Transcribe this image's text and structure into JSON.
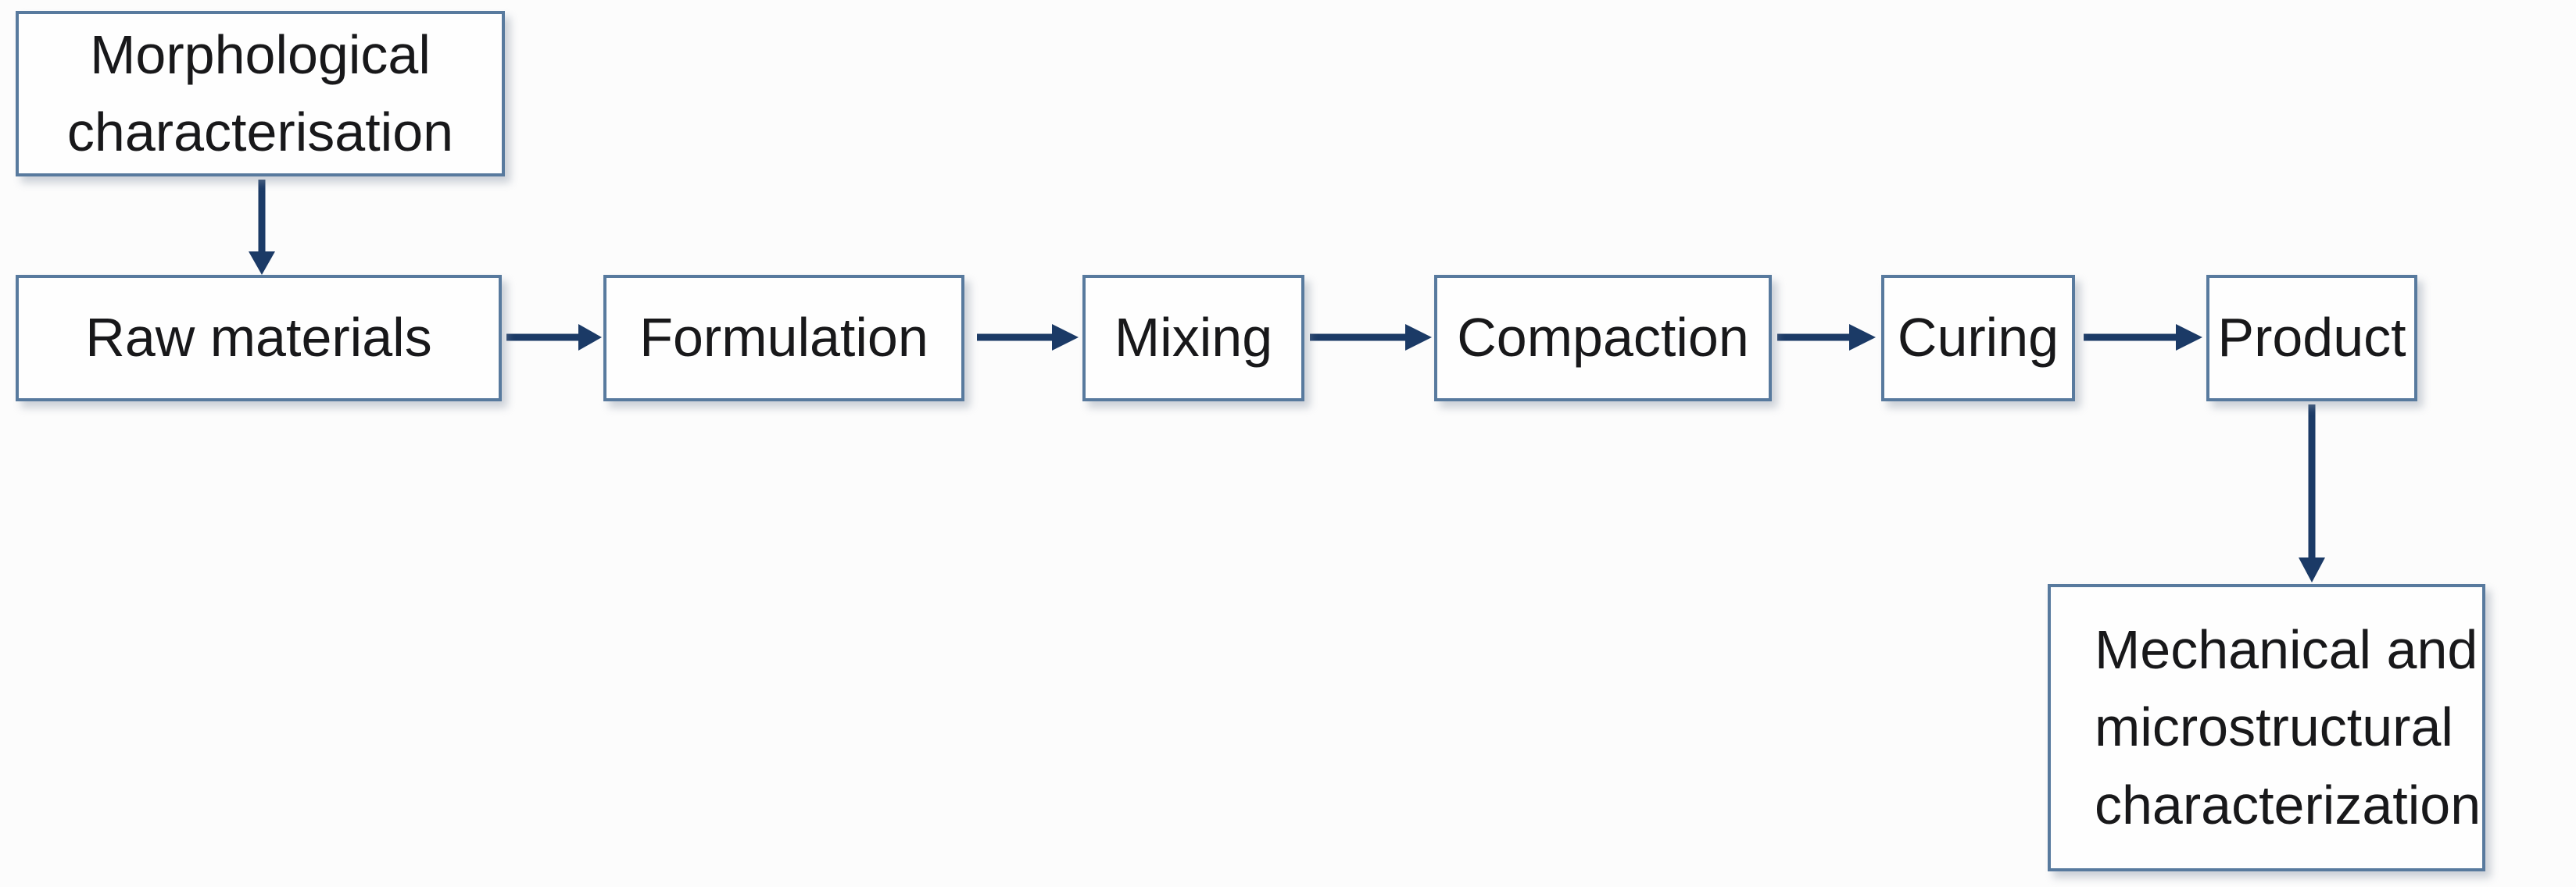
{
  "diagram": {
    "type": "flowchart",
    "nodes": [
      {
        "id": "morphological-characterisation",
        "label": "Morphological\ncharacterisation"
      },
      {
        "id": "raw-materials",
        "label": "Raw materials"
      },
      {
        "id": "formulation",
        "label": "Formulation"
      },
      {
        "id": "mixing",
        "label": "Mixing"
      },
      {
        "id": "compaction",
        "label": "Compaction"
      },
      {
        "id": "curing",
        "label": "Curing"
      },
      {
        "id": "product",
        "label": "Product"
      },
      {
        "id": "mechanical-microstructural-characterization",
        "label": "Mechanical and\nmicrostructural\ncharacterization"
      }
    ],
    "edges": [
      {
        "from": "morphological-characterisation",
        "to": "raw-materials",
        "direction": "down"
      },
      {
        "from": "raw-materials",
        "to": "formulation",
        "direction": "right"
      },
      {
        "from": "formulation",
        "to": "mixing",
        "direction": "right"
      },
      {
        "from": "mixing",
        "to": "compaction",
        "direction": "right"
      },
      {
        "from": "compaction",
        "to": "curing",
        "direction": "right"
      },
      {
        "from": "curing",
        "to": "product",
        "direction": "right"
      },
      {
        "from": "product",
        "to": "mechanical-microstructural-characterization",
        "direction": "down"
      }
    ]
  },
  "colors": {
    "background": "#fcfcfc",
    "box_fill": "#fefefe",
    "box_border": "#587a9e",
    "arrow": "#1b3a66",
    "text": "#18181a"
  }
}
